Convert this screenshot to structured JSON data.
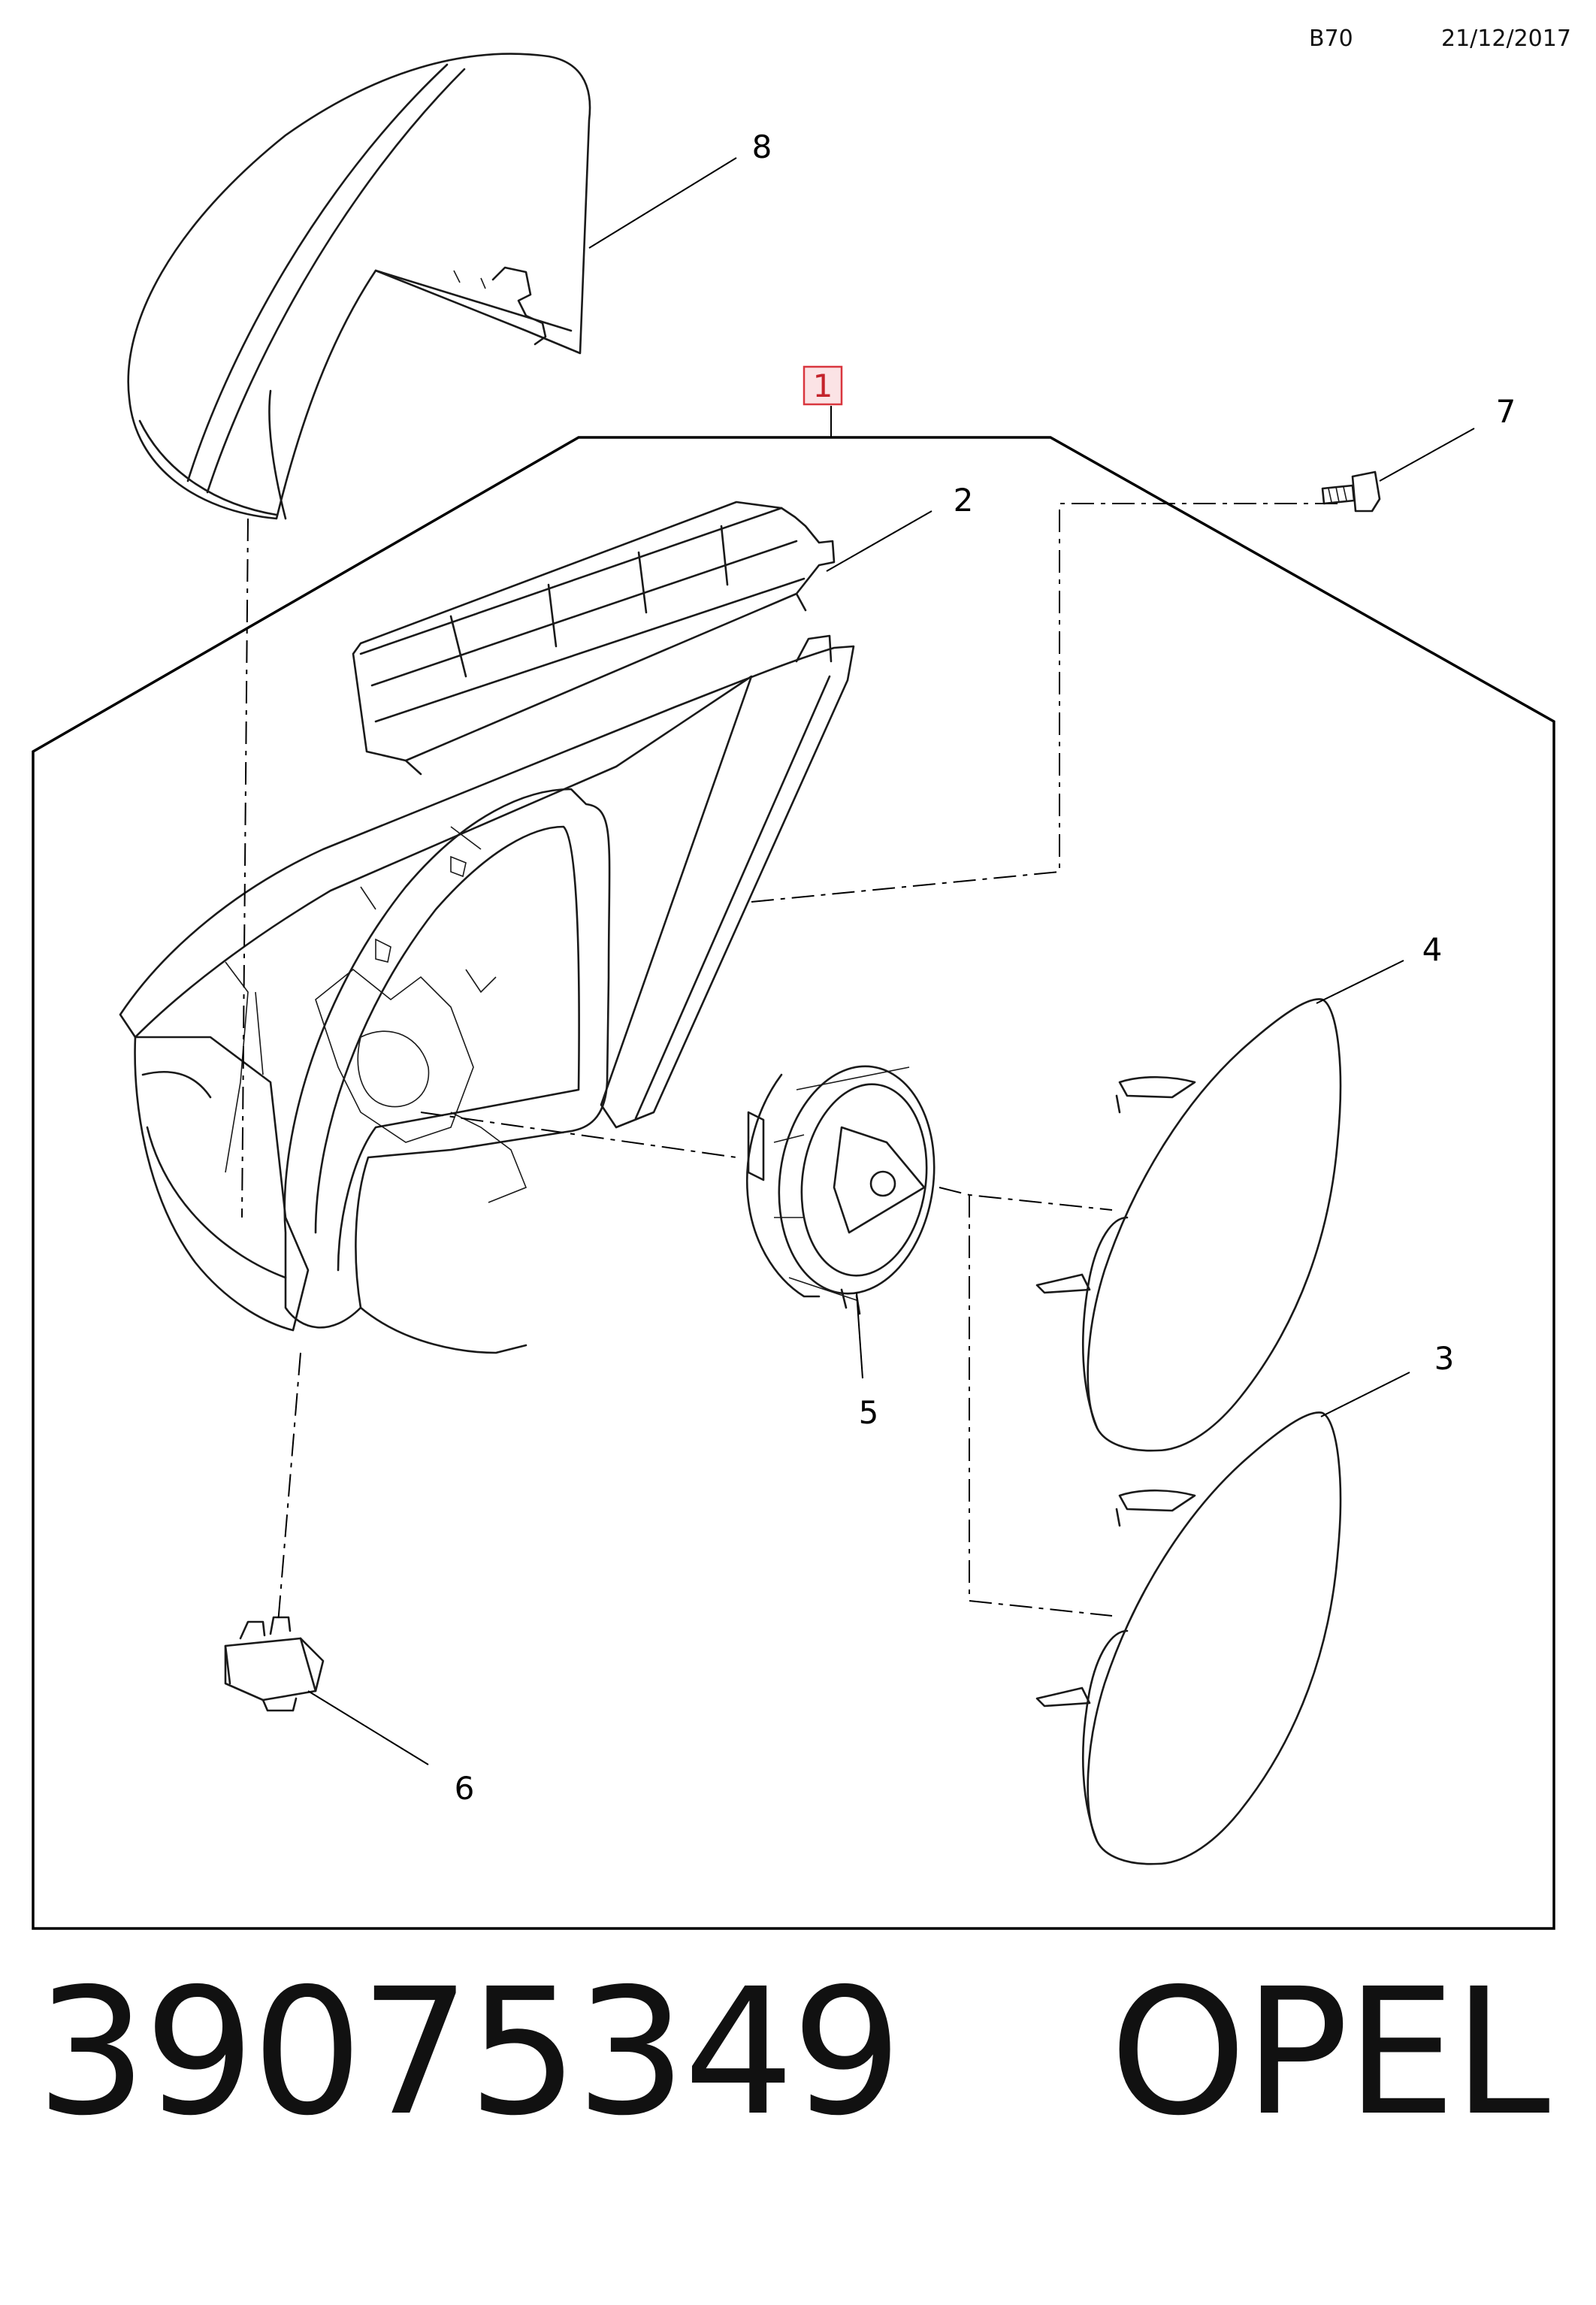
{
  "header": {
    "diagram_code": "B70",
    "date": "21/12/2017"
  },
  "callouts": [
    "1",
    "2",
    "3",
    "4",
    "5",
    "6",
    "7",
    "8"
  ],
  "highlight_color": "#d9363e",
  "footer": {
    "part_number": "39075349",
    "brand": "OPEL"
  }
}
